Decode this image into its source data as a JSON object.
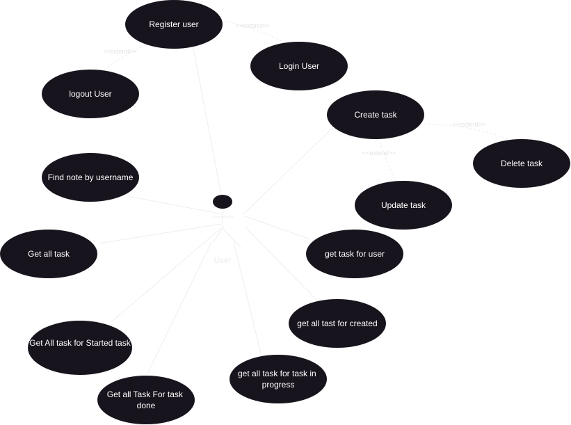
{
  "actor": {
    "label": "User"
  },
  "use_cases": [
    {
      "id": "register",
      "label": "Register user"
    },
    {
      "id": "login",
      "label": "Login User"
    },
    {
      "id": "logout",
      "label": "logout User"
    },
    {
      "id": "create",
      "label": "Create task"
    },
    {
      "id": "delete",
      "label": "Delete task"
    },
    {
      "id": "find",
      "label": "Find note by username"
    },
    {
      "id": "update",
      "label": "Update task"
    },
    {
      "id": "get-all",
      "label": "Get all task"
    },
    {
      "id": "get-for-user",
      "label": "get task for user"
    },
    {
      "id": "get-created",
      "label": "get all tast for created"
    },
    {
      "id": "get-started",
      "label": "Get All task for Started task"
    },
    {
      "id": "get-in-progress",
      "label": "get all task for task in progress"
    },
    {
      "id": "get-done",
      "label": "Get all Task For task done"
    }
  ],
  "extends": [
    {
      "label": "<<extend>>",
      "from": "login",
      "to": "register"
    },
    {
      "label": "<<extend>>",
      "from": "logout",
      "to": "register"
    },
    {
      "label": "<<extend>>",
      "from": "delete",
      "to": "create"
    },
    {
      "label": "<<extend>>",
      "from": "update",
      "to": "create"
    }
  ],
  "colors": {
    "use_case_fill": "#18141d",
    "use_case_text": "#ffffff",
    "lines": "#eeeeee",
    "background": "#ffffff"
  }
}
